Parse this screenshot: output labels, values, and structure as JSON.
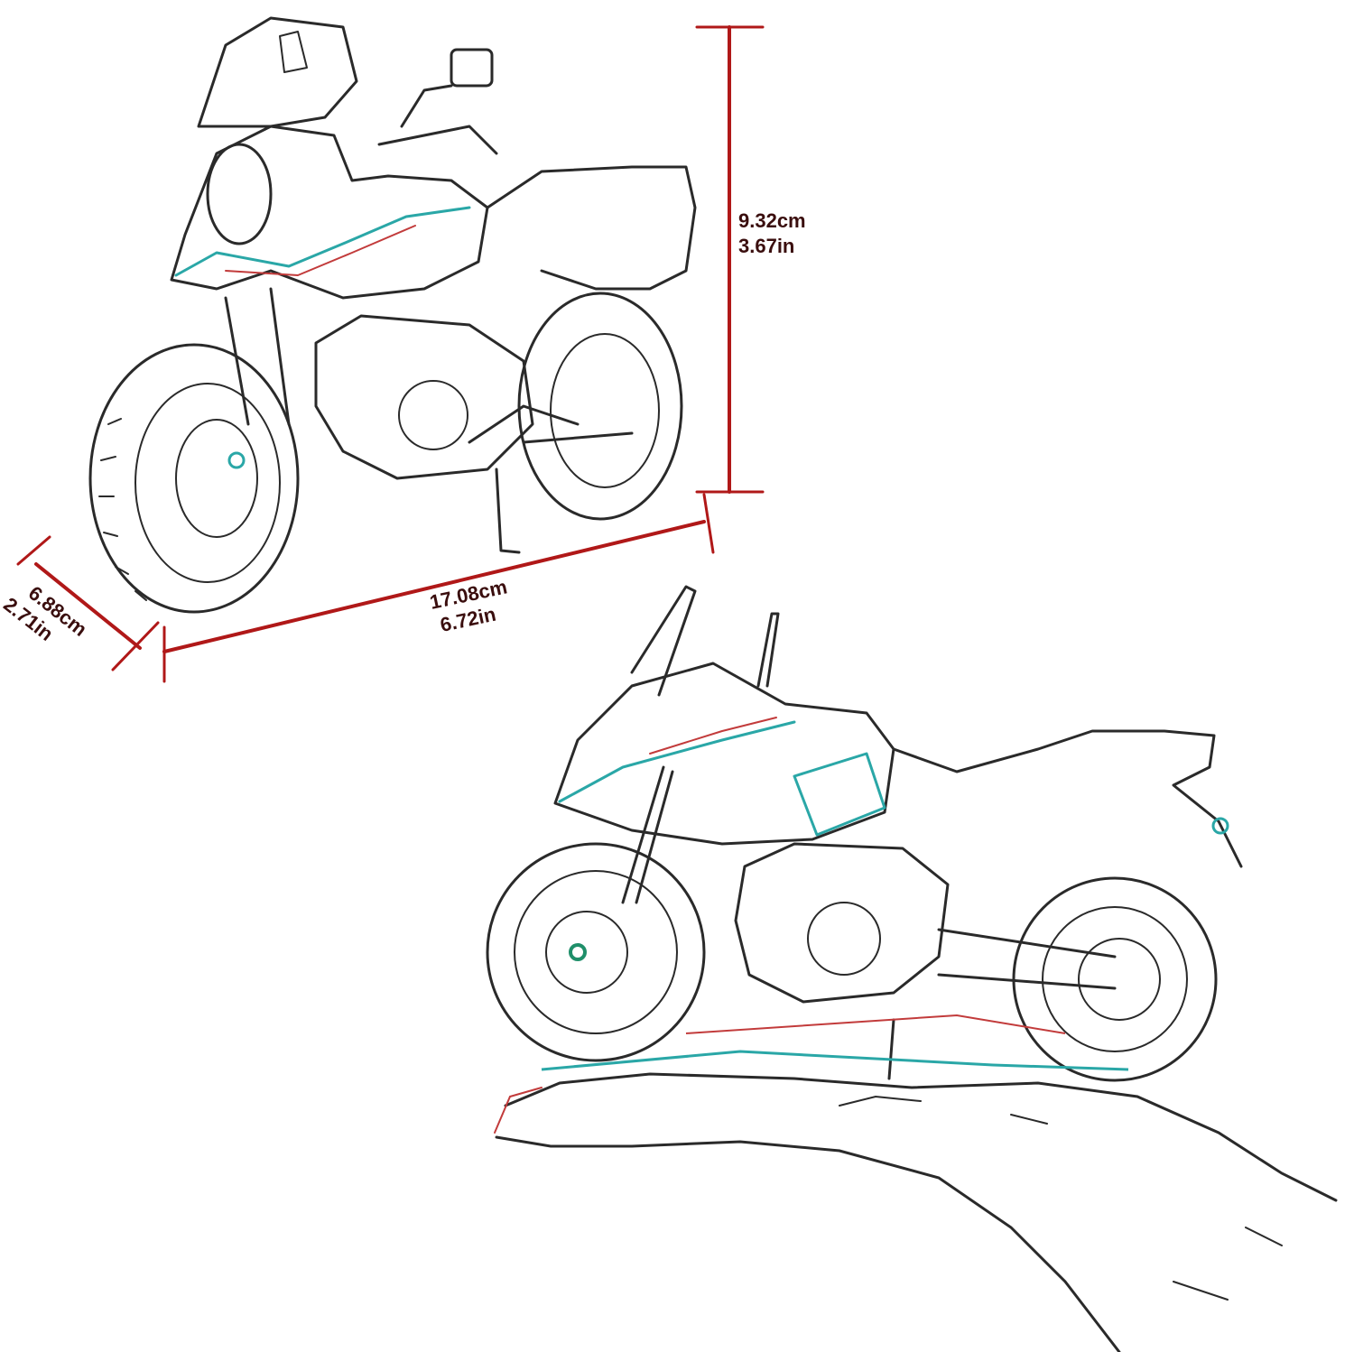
{
  "dimensions": {
    "height": {
      "metric": "9.32cm",
      "imperial": "3.67in"
    },
    "length": {
      "metric": "17.08cm",
      "imperial": "6.72in"
    },
    "width": {
      "metric": "6.88cm",
      "imperial": "2.71in"
    }
  },
  "colors": {
    "dimension_line": "#b01818",
    "dimension_text": "#3a0e0e",
    "sketch_line": "#2a2a2a",
    "accent_cyan": "#2aa7a7",
    "accent_red": "#c23b3b"
  }
}
